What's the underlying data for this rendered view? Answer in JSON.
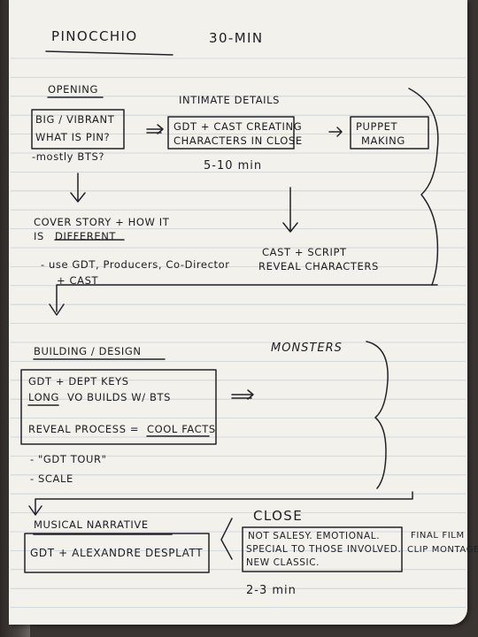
{
  "title": "PINOCCHIO",
  "duration": "30-MIN",
  "opening": {
    "heading": "OPENING",
    "box_line1": "BIG / VIBRANT",
    "box_line2": "WHAT IS PIN?",
    "note": "-mostly BTS?",
    "cover_line1": "COVER STORY + HOW IT",
    "cover_line2_prefix": "IS",
    "cover_line2_word": "DIFFERENT",
    "use_line1": "- use GDT, Producers, Co-Director",
    "use_line2": "+ CAST"
  },
  "intimate": {
    "heading": "INTIMATE DETAILS",
    "box_line1": "GDT + CAST CREATING",
    "box_line2": "CHARACTERS IN CLOSE",
    "time": "5-10 min",
    "puppet_line1": "PUPPET",
    "puppet_line2": "MAKING",
    "reveal_line1": "CAST + SCRIPT",
    "reveal_line2": "REVEAL CHARACTERS"
  },
  "building": {
    "heading": "BUILDING / DESIGN",
    "box_line1": "GDT + DEPT KEYS",
    "box_line2_word": "LONG",
    "box_line2_rest": "VO BUILDS w/ BTS",
    "box_line3_prefix": "REVEAL PROCESS =",
    "box_line3_word": "COOL FACTS",
    "tour": "- \"GDT TOUR\"",
    "scale": "- SCALE",
    "monsters": "MONSTERS"
  },
  "musical": {
    "heading": "MUSICAL NARRATIVE",
    "box": "GDT + ALEXANDRE DESPLATT"
  },
  "close": {
    "heading": "CLOSE",
    "line1": "NOT SALESY. EMOTIONAL.",
    "line2": "SPECIAL TO THOSE INVOLVED.",
    "line3": "NEW CLASSIC.",
    "time": "2-3 min",
    "final_line1": "FINAL FILM",
    "final_line2": "CLIP MONTAGE"
  }
}
